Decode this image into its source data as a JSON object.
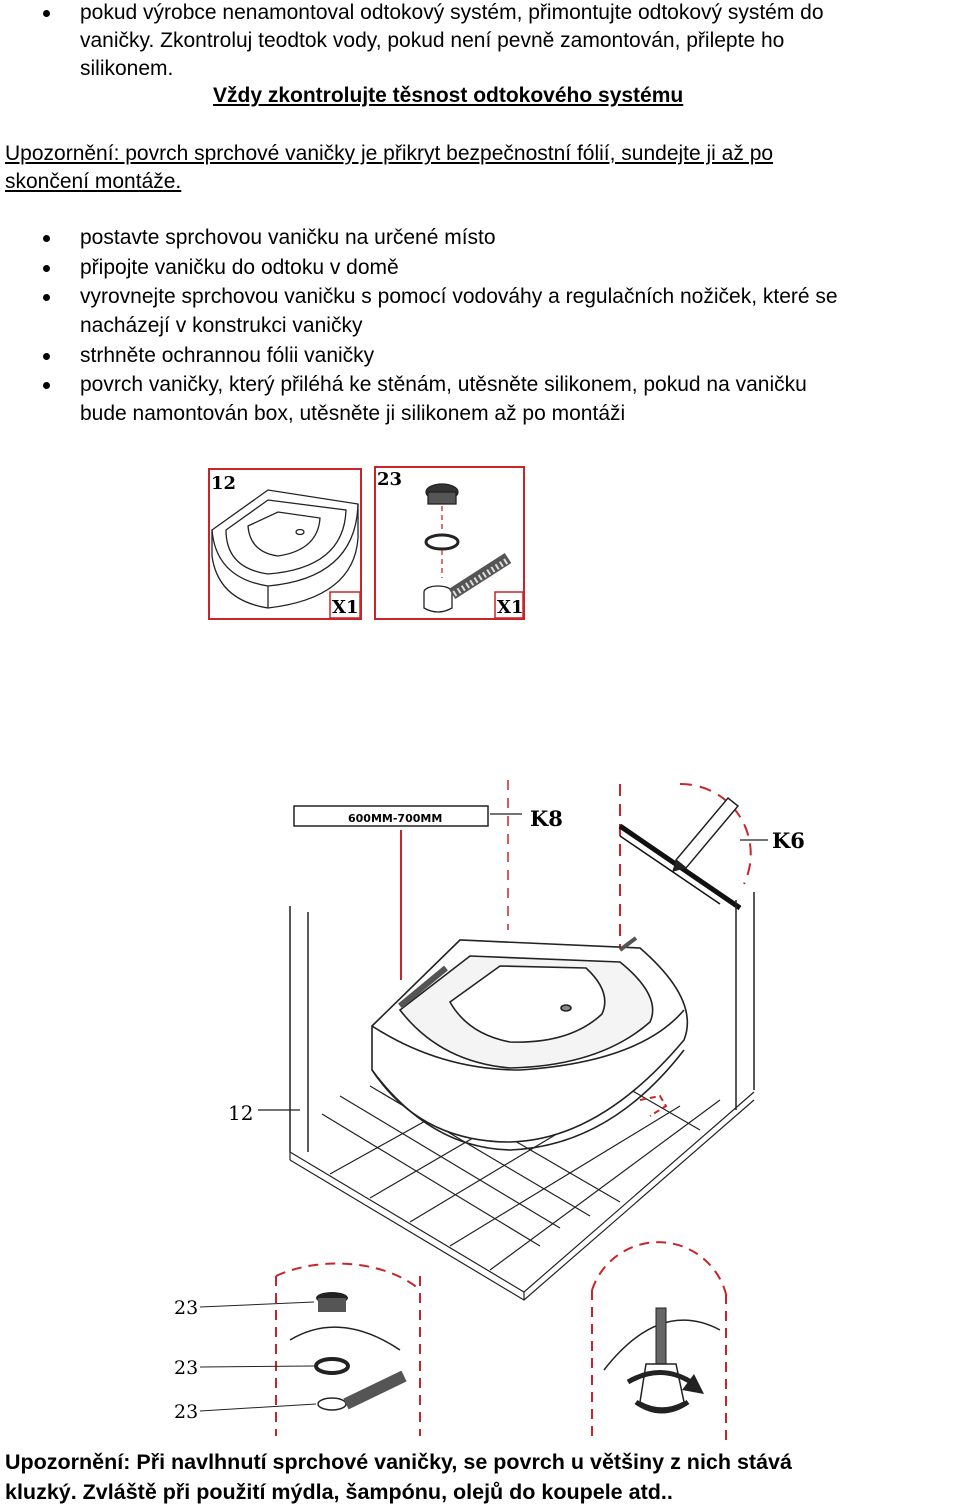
{
  "top_bullet": {
    "line1": "pokud výrobce nenamontoval odtokový systém, přimontujte odtokový systém do",
    "line2": "vaničky. Zkontroluj teodtok vody, pokud není pevně zamontován, přilepte ho",
    "line3": "silikonem."
  },
  "tightness_heading": "Vždy zkontrolujte těsnost odtokového systému",
  "notice_film": {
    "line1": "Upozornění: povrch sprchové vaničky je přikryt bezpečnostní fólií, sundejte ji až po",
    "line2": "skončení montáže."
  },
  "steps": [
    {
      "lines": [
        "postavte sprchovou vaničku na určené místo"
      ]
    },
    {
      "lines": [
        "připojte vaničku do odtoku v domě"
      ]
    },
    {
      "lines": [
        "vyrovnejte sprchovou vaničku s pomocí vodováhy a regulačních nožiček, které se",
        "nacházejí v konstrukci vaničky"
      ]
    },
    {
      "lines": [
        "strhněte ochrannou fólii vaničky"
      ]
    },
    {
      "lines": [
        "povrch vaničky, který přiléhá ke stěnám, utěsněte silikonem, pokud na vaničku",
        "bude namontován box, utěsněte ji silikonem až po montáži"
      ]
    }
  ],
  "parts": {
    "tray": {
      "number": "12",
      "qty": "X1"
    },
    "drain": {
      "number": "23",
      "qty": "X1"
    }
  },
  "diagram": {
    "level_text": "600MM-700MM",
    "label_level": "K8",
    "label_pencil": "K6",
    "label_tray": "12",
    "drain_labels": [
      "23",
      "23",
      "23"
    ]
  },
  "slip_warning": {
    "line1": "Upozornění: Při navlhnutí sprchové vaničky, se povrch u většiny z nich stává",
    "line2": "kluzký. Zvláště při použití mýdla, šampónu, olejů do koupele atd.."
  }
}
